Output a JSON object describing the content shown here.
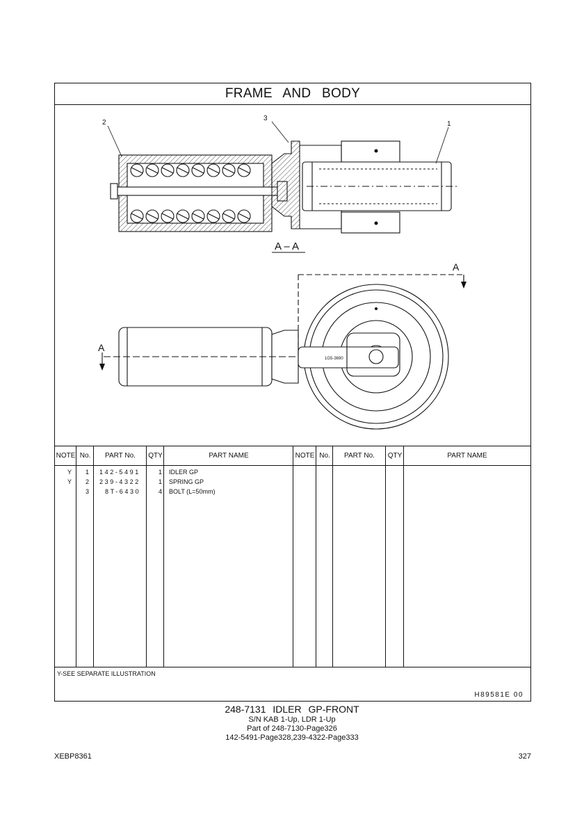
{
  "header": {
    "title": "FRAME AND BODY"
  },
  "drawing": {
    "callouts": [
      "1",
      "2",
      "3"
    ],
    "section_label": "A – A",
    "section_markers": [
      "A",
      "A"
    ],
    "part_stamp": "1G5-3690"
  },
  "table": {
    "headers": {
      "left": [
        "NOTE",
        "No.",
        "PART No.",
        "QTY",
        "PART NAME"
      ],
      "right": [
        "NOTE",
        "No.",
        "PART No.",
        "QTY",
        "PART NAME"
      ]
    },
    "rows": [
      {
        "note": "Y",
        "no": "1",
        "part_no": "142-5491",
        "qty": "1",
        "name": "IDLER GP"
      },
      {
        "note": "Y",
        "no": "2",
        "part_no": "239-4322",
        "qty": "1",
        "name": "SPRING GP"
      },
      {
        "note": "",
        "no": "3",
        "part_no": "8T-6430",
        "qty": "4",
        "name": "BOLT (L=50mm)"
      }
    ],
    "footnote": "Y-SEE SEPARATE ILLUSTRATION",
    "drawing_number": "H89581E  00"
  },
  "caption": {
    "title": "248-7131 IDLER GP-FRONT",
    "serial": "S/N KAB 1-Up, LDR 1-Up",
    "part_of": "Part of 248-7130-Page326",
    "refs": "142-5491-Page328,239-4322-Page333"
  },
  "footer": {
    "pub_code": "XEBP8361",
    "page": "327"
  }
}
